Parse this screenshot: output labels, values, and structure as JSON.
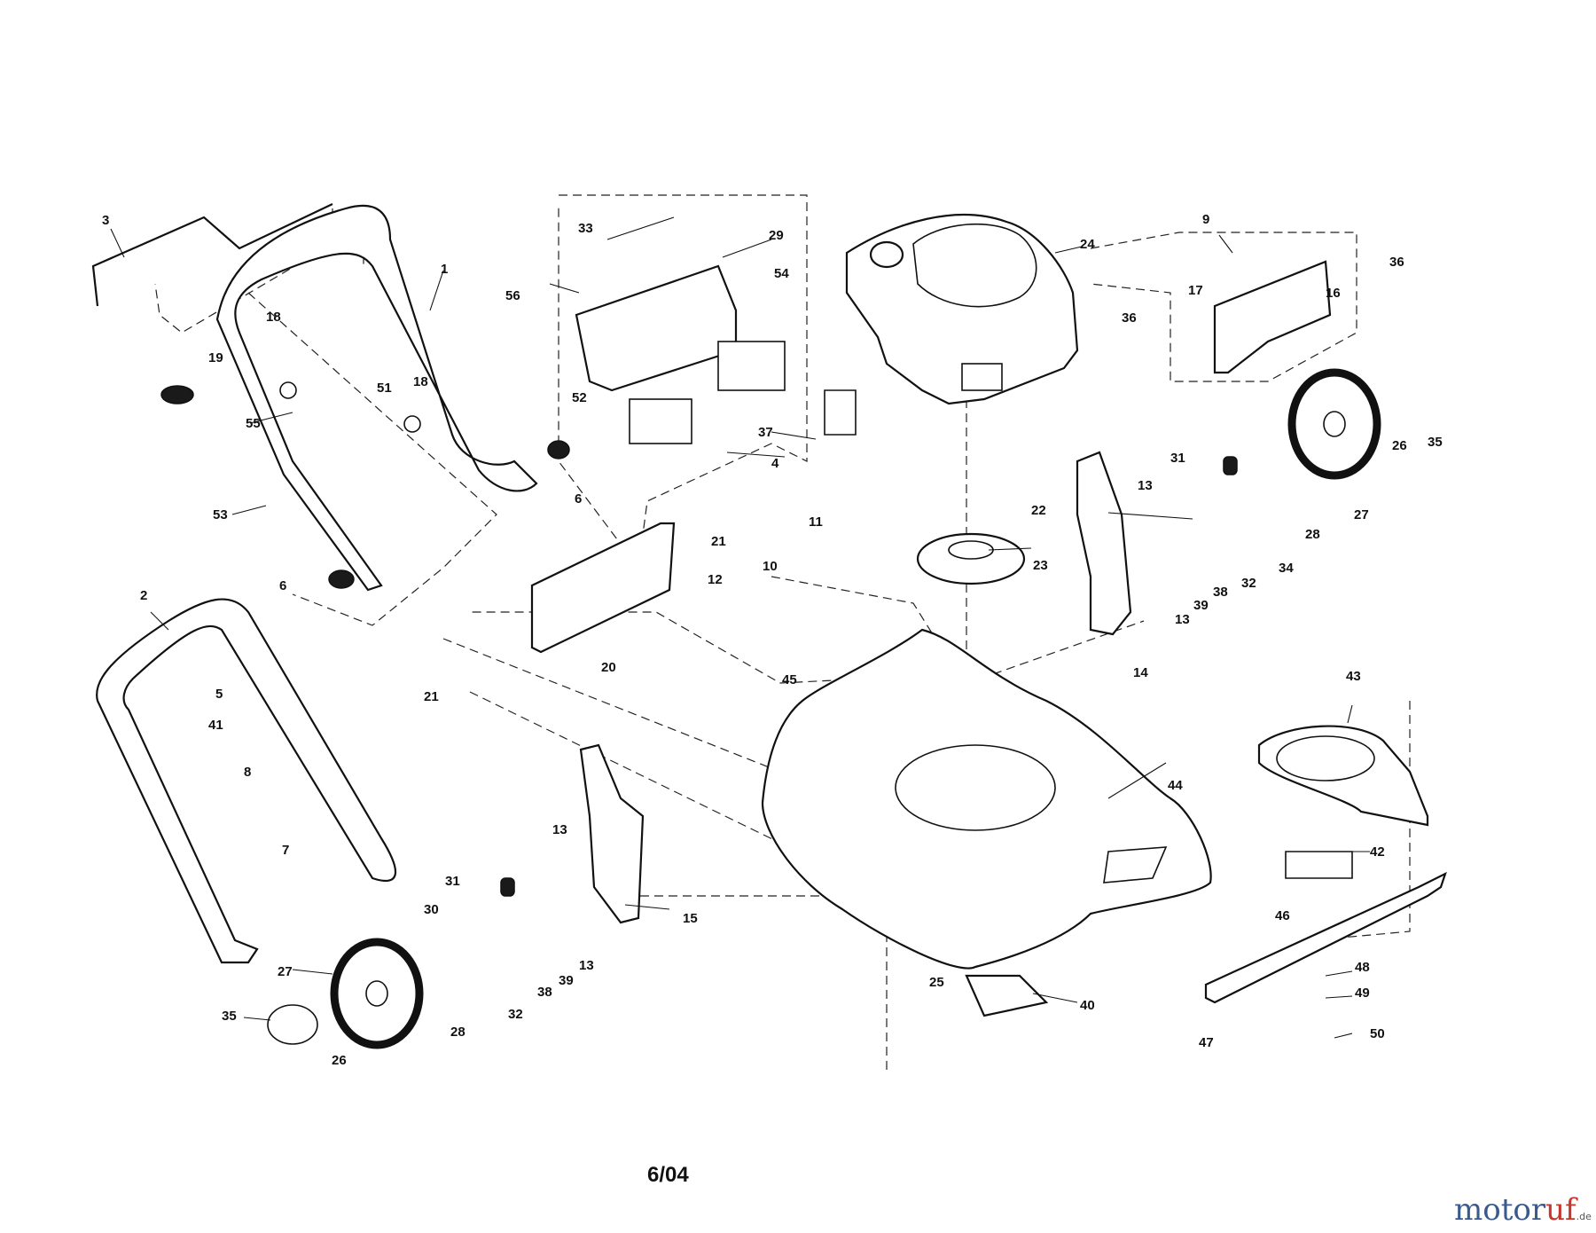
{
  "diagram": {
    "date_code": "6/04",
    "watermark": {
      "part_a": "motor",
      "part_b": "uf",
      "part_c": ".de"
    },
    "callouts": {
      "c1": "1",
      "c2": "2",
      "c3": "3",
      "c4": "4",
      "c5": "5",
      "c6a": "6",
      "c6b": "6",
      "c7": "7",
      "c8": "8",
      "c9": "9",
      "c10": "10",
      "c11": "11",
      "c12": "12",
      "c13a": "13",
      "c13b": "13",
      "c13c": "13",
      "c13d": "13",
      "c14": "14",
      "c15": "15",
      "c16": "16",
      "c17": "17",
      "c18a": "18",
      "c18b": "18",
      "c19": "19",
      "c20": "20",
      "c21a": "21",
      "c21b": "21",
      "c22": "22",
      "c23": "23",
      "c24": "24",
      "c25": "25",
      "c26a": "26",
      "c26b": "26",
      "c27a": "27",
      "c27b": "27",
      "c28a": "28",
      "c28b": "28",
      "c29": "29",
      "c30": "30",
      "c31a": "31",
      "c31b": "31",
      "c32a": "32",
      "c32b": "32",
      "c33": "33",
      "c34": "34",
      "c35a": "35",
      "c35b": "35",
      "c36a": "36",
      "c36b": "36",
      "c37": "37",
      "c38a": "38",
      "c38b": "38",
      "c39a": "39",
      "c39b": "39",
      "c40": "40",
      "c41": "41",
      "c42": "42",
      "c43": "43",
      "c44": "44",
      "c45": "45",
      "c46": "46",
      "c47": "47",
      "c48": "48",
      "c49": "49",
      "c50": "50",
      "c51": "51",
      "c52": "52",
      "c53": "53",
      "c54": "54",
      "c55": "55",
      "c56": "56"
    }
  }
}
